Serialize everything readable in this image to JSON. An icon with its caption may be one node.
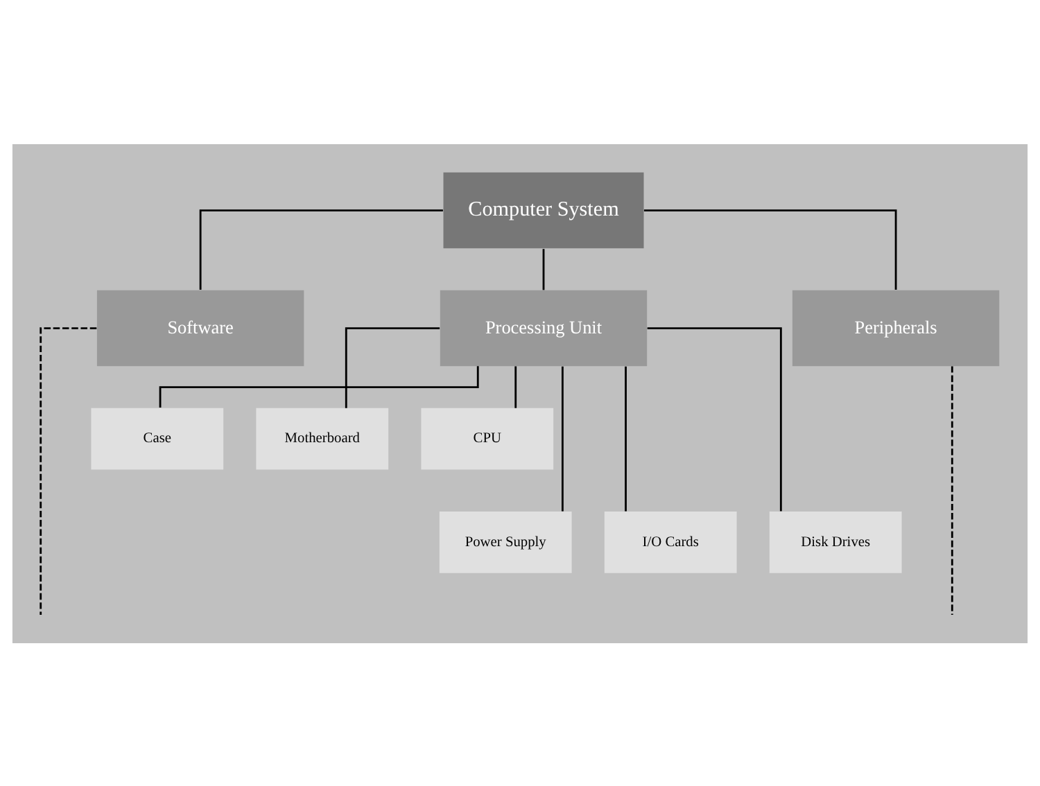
{
  "diagram": {
    "nodes": [
      {
        "text": [
          "Computer System"
        ]
      },
      {
        "text": [
          "Software"
        ]
      },
      {
        "text": [
          "Processing Unit"
        ]
      },
      {
        "text": [
          "Peripherals"
        ]
      },
      {
        "text": [
          "Case"
        ]
      },
      {
        "text": [
          "Motherboard"
        ]
      },
      {
        "text": [
          "CPU"
        ]
      },
      {
        "text": [
          "Power Supply"
        ]
      },
      {
        "text": [
          "I/O Cards"
        ]
      },
      {
        "text": [
          "Disk Drives"
        ]
      }
    ],
    "edges": [
      {
        "from": 0,
        "to": 1,
        "arrow": "none"
      },
      {
        "from": 0,
        "to": 2,
        "arrow": "none"
      },
      {
        "from": 0,
        "to": 3,
        "arrow": "none"
      },
      {
        "from": 2,
        "to": 4,
        "arrow": "none"
      },
      {
        "from": 2,
        "to": 7,
        "arrow": "none"
      },
      {
        "from": 2,
        "to": 5,
        "arrow": "none"
      },
      {
        "from": 2,
        "to": 8,
        "arrow": "none"
      },
      {
        "from": 2,
        "to": 6,
        "arrow": "none"
      },
      {
        "from": 2,
        "to": 9,
        "arrow": "none"
      },
      {
        "from": 1,
        "to": null,
        "arrow": "none",
        "style": "dashed"
      },
      {
        "from": 3,
        "to": null,
        "arrow": "none",
        "style": "dashed"
      }
    ]
  }
}
